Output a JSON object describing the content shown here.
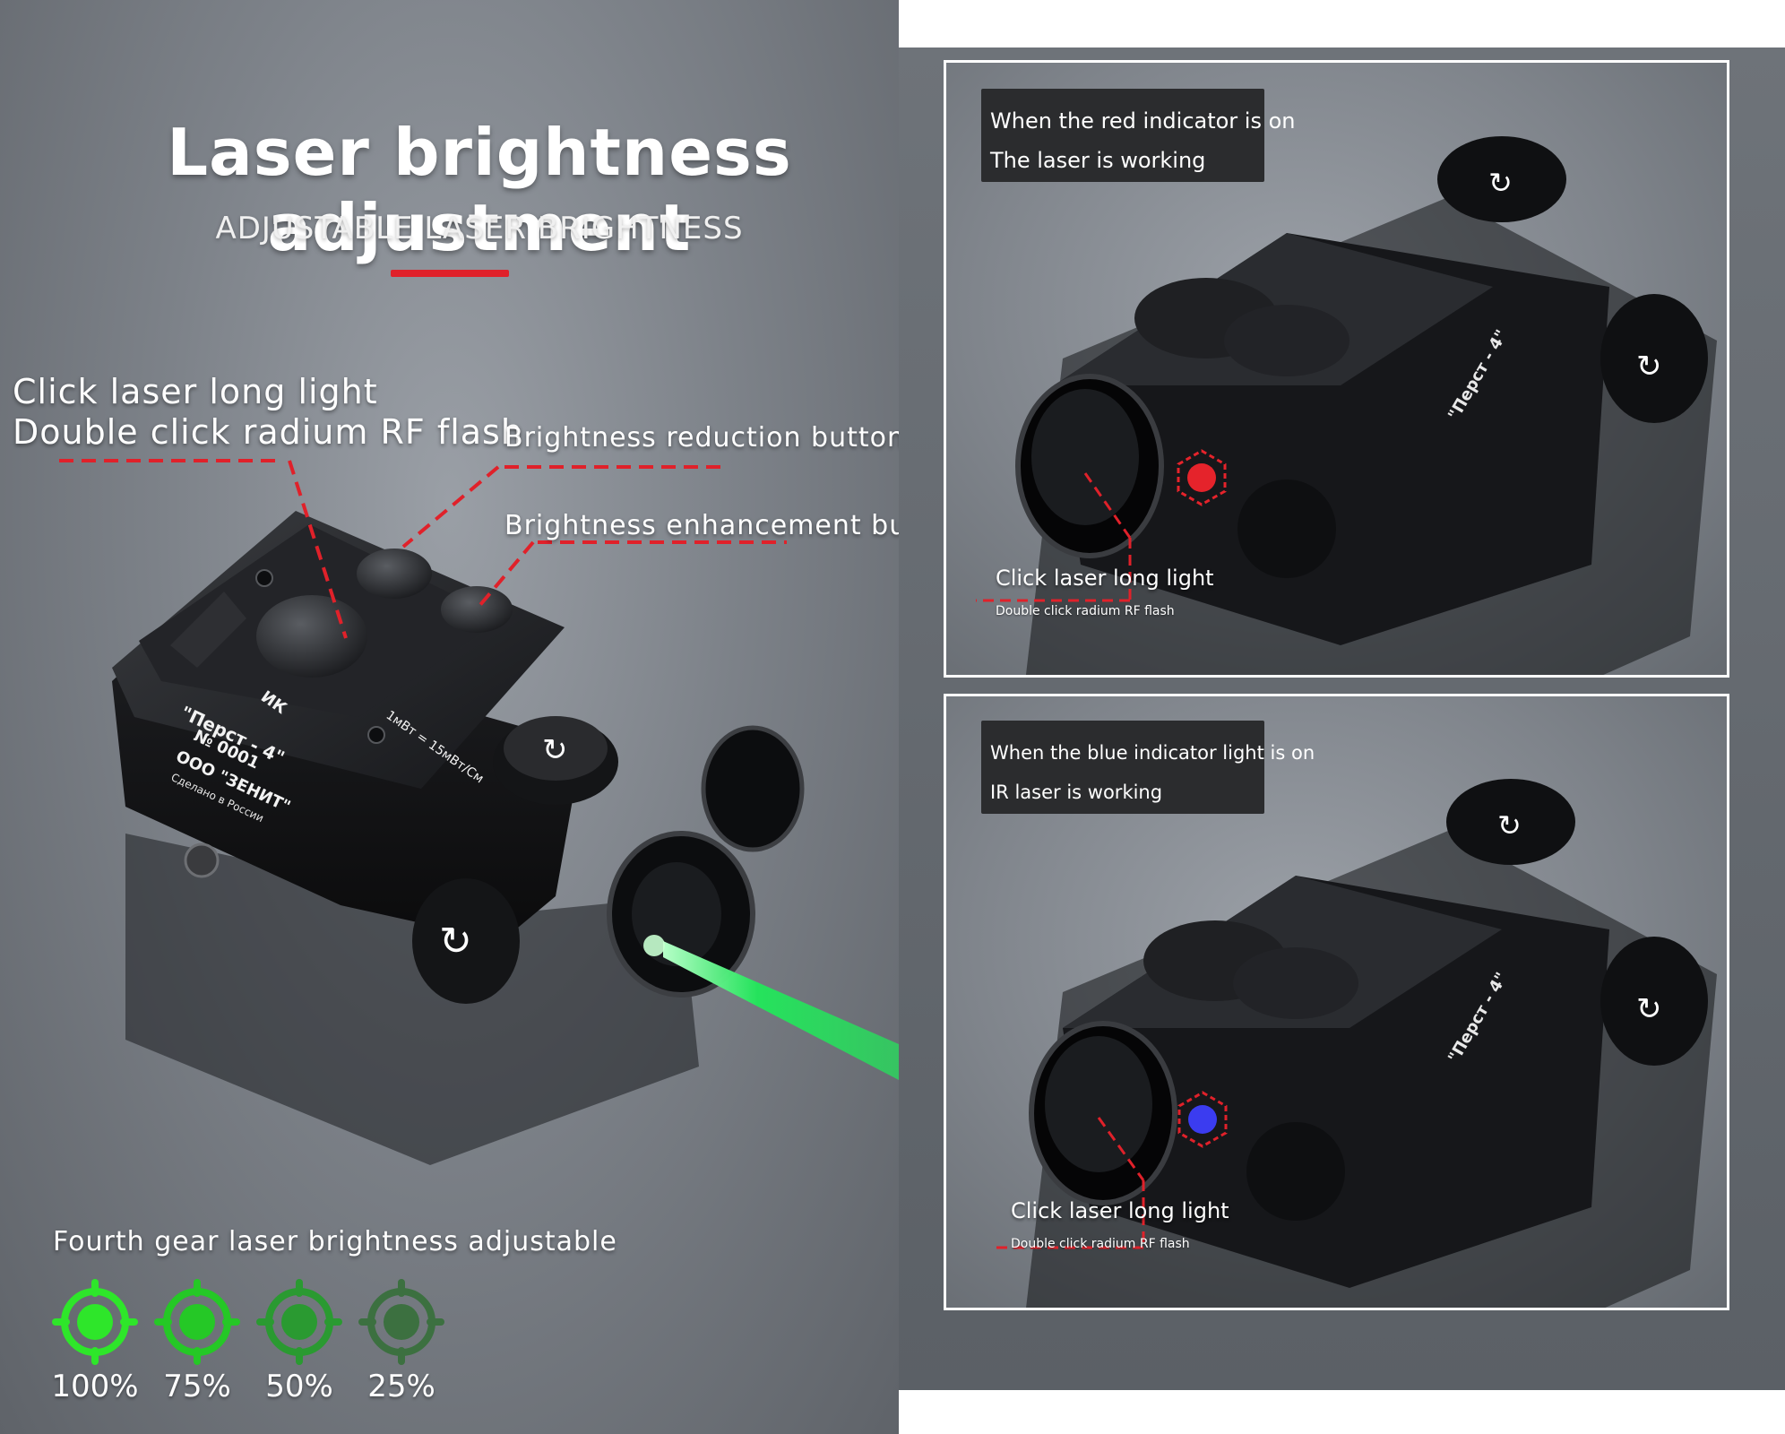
{
  "left": {
    "title": "Laser brightness adjustment",
    "subtitle": "ADJUSTABLE LASER BRIGHTNESS",
    "callouts": {
      "click_line1": "Click laser long light",
      "click_line2": "Double click radium RF flash",
      "reduction": "Brightness reduction button",
      "enhancement": "Brightness enhancement button"
    },
    "gears": {
      "caption": "Fourth gear laser brightness adjustable",
      "levels": [
        {
          "label": "100%",
          "value": 1.0,
          "color": "#2ee62a"
        },
        {
          "label": "75%",
          "value": 0.75,
          "color": "#25c826"
        },
        {
          "label": "50%",
          "value": 0.5,
          "color": "#2a9a31"
        },
        {
          "label": "25%",
          "value": 0.25,
          "color": "#3c7040"
        }
      ]
    }
  },
  "right": {
    "panel_top": {
      "note_line1": "When the red indicator is on",
      "note_line2": "The laser is working",
      "callout_main": "Click laser long light",
      "callout_sub": "Double click radium RF flash",
      "indicator_color": "#e5232b"
    },
    "panel_bottom": {
      "note_line1": "When the blue indicator light is on",
      "note_line2": "IR laser is working",
      "callout_main": "Click laser long light",
      "callout_sub": "Double click radium RF flash",
      "indicator_color": "#3b3cf0"
    }
  },
  "device_markings": {
    "model_line1": "\"Перст - 4\"",
    "model_line2": "№ 0001",
    "maker": "ООО \"ЗЕНИТ\"",
    "origin": "Сделано в России",
    "ir_mark": "ИК",
    "spec": "1мВт = 15мВт/Cм"
  },
  "accent_colors": {
    "red_dash": "#e0212a",
    "laser_green": "#21e85a"
  }
}
